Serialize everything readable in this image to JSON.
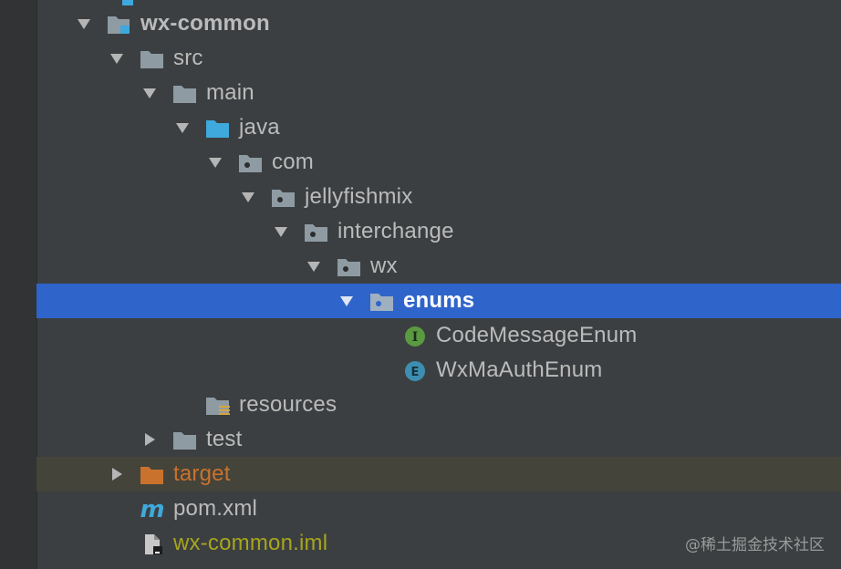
{
  "project_tree": {
    "items": [
      {
        "label": "wx-common",
        "icon": "module-folder-icon",
        "expanded": true
      },
      {
        "label": "src",
        "icon": "folder-icon",
        "expanded": true
      },
      {
        "label": "main",
        "icon": "folder-icon",
        "expanded": true
      },
      {
        "label": "java",
        "icon": "source-root-folder-icon",
        "expanded": true
      },
      {
        "label": "com",
        "icon": "package-folder-icon",
        "expanded": true
      },
      {
        "label": "jellyfishmix",
        "icon": "package-folder-icon",
        "expanded": true
      },
      {
        "label": "interchange",
        "icon": "package-folder-icon",
        "expanded": true
      },
      {
        "label": "wx",
        "icon": "package-folder-icon",
        "expanded": true
      },
      {
        "label": "enums",
        "icon": "package-folder-icon",
        "expanded": true,
        "selected": true
      },
      {
        "label": "CodeMessageEnum",
        "icon": "interface-icon",
        "badge": "I"
      },
      {
        "label": "WxMaAuthEnum",
        "icon": "enum-icon",
        "badge": "E"
      },
      {
        "label": "resources",
        "icon": "resources-folder-icon"
      },
      {
        "label": "test",
        "icon": "folder-icon",
        "expanded": false
      },
      {
        "label": "target",
        "icon": "excluded-folder-icon",
        "expanded": false
      },
      {
        "label": "pom.xml",
        "icon": "maven-icon",
        "badge": "m"
      },
      {
        "label": "wx-common.iml",
        "icon": "iml-file-icon"
      }
    ]
  },
  "watermark": "@稀土掘金技术社区",
  "colors": {
    "background": "#3c3f41",
    "selection": "#2f65ca",
    "excluded_row": "#45443a",
    "folder_gray": "#8f9ba3",
    "source_root_blue": "#3fa8dc",
    "excluded_orange": "#c9722e",
    "interface_green": "#5a9a41",
    "enum_teal": "#3c8fb0"
  }
}
